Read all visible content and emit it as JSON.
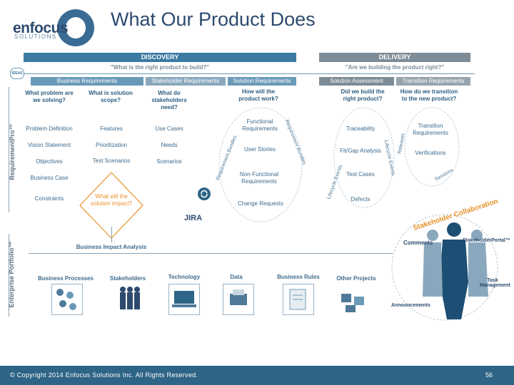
{
  "logo": {
    "word": "enfocus",
    "sub": "SOLUTIONS"
  },
  "title": "What Our Product Does",
  "phases": {
    "discovery": {
      "label": "DISCOVERY",
      "question": "\"What is the right product to build?\""
    },
    "delivery": {
      "label": "DELIVERY",
      "question": "\"Are we building the product right?\""
    }
  },
  "timeline_badge": "IDEAS",
  "bands": [
    "Business Requirements",
    "Stakeholder Requirements",
    "Solution Requirements",
    "Solution Assessment",
    "Transition Requirements"
  ],
  "questions": {
    "problem": "What problem are we solving?",
    "scope": "What is solution scope?",
    "stakeholders": "What do stakeholders need?",
    "how": "How will the product work?",
    "right": "Did we build the right product?",
    "transition": "How do we transition to the new product?",
    "impact": "What will the solution impact?"
  },
  "items": {
    "col1": [
      "Problem Definition",
      "Vision Statement",
      "Objectives",
      "Business Case",
      "Constraints"
    ],
    "col2": [
      "Features",
      "Prioritization",
      "Test Scenarios"
    ],
    "col3": [
      "Use Cases",
      "Needs",
      "Scenarios"
    ],
    "col4": [
      "Functional Requirements",
      "User Stories",
      "Non-Functional Requirements",
      "Change Requests"
    ],
    "col5": [
      "Traceability",
      "Fit/Gap Analysis",
      "Test Cases",
      "Defects"
    ],
    "col6": [
      "Transition Requirements",
      "Verifications"
    ]
  },
  "arc_labels": {
    "req_bundles_left": "Requirement Bundles",
    "req_bundles_right": "Requirement Bundles",
    "lifecycle_left": "Lifecycle Events",
    "lifecycle_right": "Lifecycle Events",
    "releases": "Releases",
    "sessions": "Sessions"
  },
  "jira": "JIRA",
  "vertical_labels": {
    "rpro": "RequirementPro™",
    "portfolio": "Enterprise Portfolio™"
  },
  "impact_analysis": "Business Impact Analysis",
  "portfolio_items": [
    "Business Processes",
    "Stakeholders",
    "Technology",
    "Data",
    "Business Rules",
    "Other Projects"
  ],
  "collab": {
    "arc": "Stakeholder Collaboration",
    "comments": "Comments",
    "portal": "StakeholderPortal™",
    "task": "Task Management",
    "announcements": "Announcements"
  },
  "footer": {
    "copyright": "© Copyright 2014 Enfocus Solutions Inc. All Rights Reserved.",
    "page": "56"
  },
  "colors": {
    "discovery": "#3b7aa3",
    "delivery": "#7d8b96",
    "band": "#6a9ab8",
    "accent": "#e8912a",
    "footer": "#2e6486"
  }
}
